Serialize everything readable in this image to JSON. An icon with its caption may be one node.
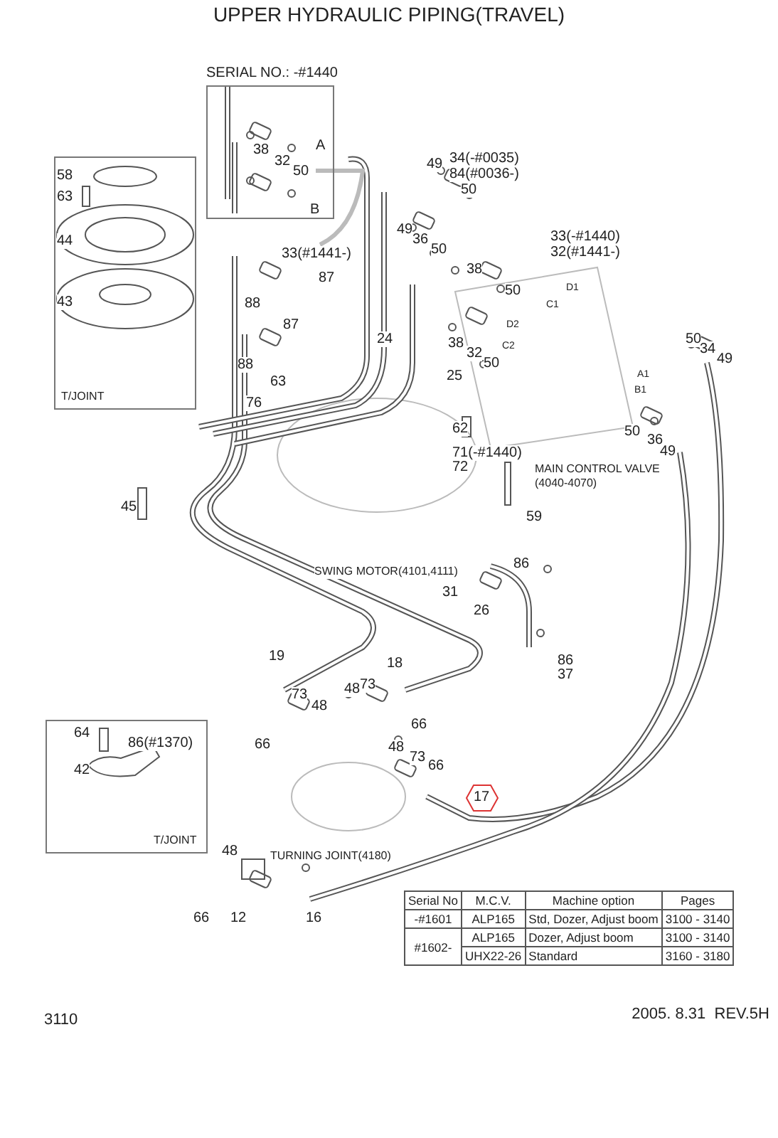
{
  "diagram": {
    "title": "UPPER HYDRAULIC PIPING(TRAVEL)",
    "nodes": [
      {
        "text": [
          "SERIAL NO.: -#1440"
        ]
      },
      {
        "text": [
          "T/JOINT"
        ]
      },
      {
        "text": [
          "T/JOINT"
        ]
      },
      {
        "text": [
          "17"
        ]
      }
    ],
    "labels": [
      "38",
      "A",
      "32",
      "50",
      "49",
      "34(-#0035)",
      "84(#0036-)",
      "50",
      "58",
      "63",
      "B",
      "49",
      "36",
      "50",
      "44",
      "33(#1441-)",
      "33(-#1440)",
      "32(#1441-)",
      "38",
      "87",
      "50",
      "D1",
      "C1",
      "43",
      "88",
      "87",
      "D2",
      "38",
      "24",
      "32",
      "50",
      "C2",
      "50",
      "34",
      "49",
      "88",
      "25",
      "A1",
      "63",
      "B1",
      "76",
      "62",
      "50",
      "36",
      "49",
      "71(-#1440)",
      "72",
      "MAIN CONTROL VALVE",
      "(4040-4070)",
      "45",
      "59",
      "86",
      "SWING MOTOR(4101,4111)",
      "31",
      "26",
      "19",
      "18",
      "86",
      "37",
      "48",
      "73",
      "73",
      "48",
      "66",
      "64",
      "86(#1370)",
      "42",
      "66",
      "48",
      "73",
      "66",
      "48",
      "TURNING JOINT(4180)",
      "66",
      "12",
      "16",
      "Serial No",
      "M.C.V.",
      "Machine option",
      "Pages",
      "-#1601",
      "ALP165",
      "Std, Dozer, Adjust boom",
      "3100 - 3140",
      "#1602-",
      "ALP165",
      "Dozer, Adjust boom",
      "3100 - 3140",
      "UHX22-26",
      "Standard",
      "3160 - 3180",
      "3110",
      "2005. 8.31  REV.5H"
    ]
  }
}
